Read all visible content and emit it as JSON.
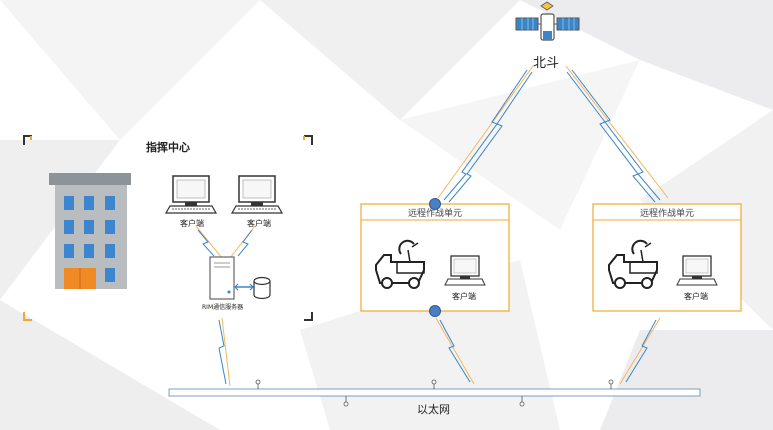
{
  "satellite": {
    "label": "北斗",
    "icon": "satellite-icon"
  },
  "command_center": {
    "title": "指挥中心",
    "building_icon": "building-icon"
  },
  "client_label": "客户端",
  "server": {
    "label": "RIM通信服务器",
    "icon": "server-icon",
    "db_icon": "database-icon"
  },
  "remote_unit_title": "远程作战单元",
  "ethernet_label": "以太网",
  "colors": {
    "frame_border": "#f0a830",
    "link_orange": "#f5b75a",
    "link_blue": "#3a86c8",
    "node_blue": "#4a7fc1",
    "bus_border": "#7d9fbf",
    "building_blue": "#3b86cf",
    "building_orange": "#f08a24",
    "building_gray": "#b9bdc0",
    "corner_mark": "#333333"
  }
}
